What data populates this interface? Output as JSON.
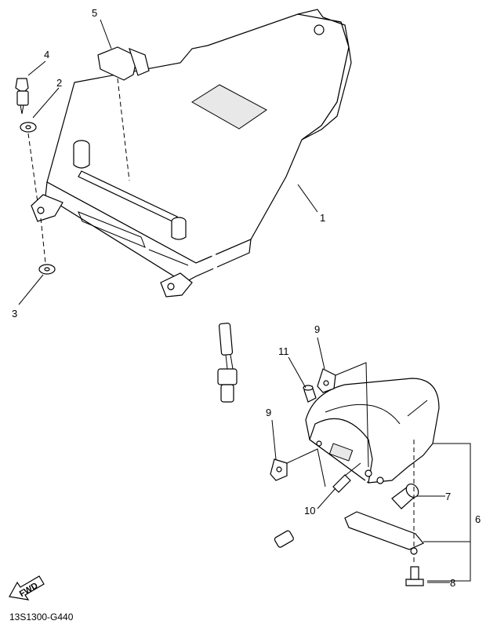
{
  "diagram": {
    "callouts": [
      "1",
      "2",
      "3",
      "4",
      "5",
      "6",
      "7",
      "8",
      "9",
      "9",
      "10",
      "11"
    ],
    "fwd_label": "FWD",
    "code": "13S1300-G440"
  }
}
